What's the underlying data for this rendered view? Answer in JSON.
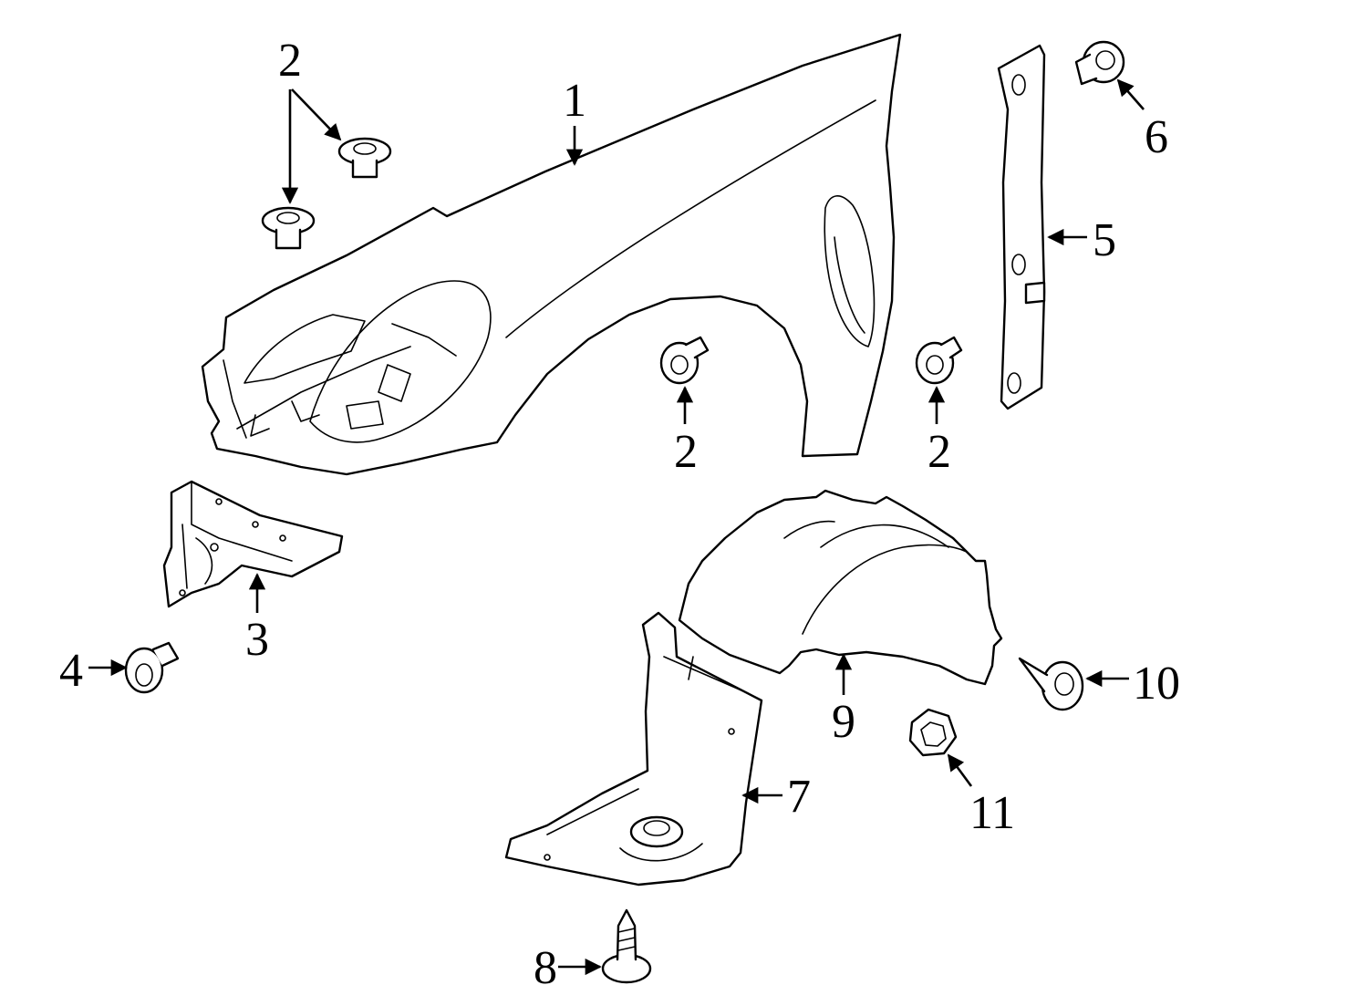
{
  "diagram": {
    "highlight_color": "#a0dcfa",
    "line_color": "#000000",
    "background_color": "#ffffff",
    "callouts": {
      "c1": "1",
      "c2a": "2",
      "c2b": "2",
      "c2c": "2",
      "c3": "3",
      "c4": "4",
      "c5": "5",
      "c6": "6",
      "c7": "7",
      "c8": "8",
      "c9": "9",
      "c10": "10",
      "c11": "11"
    }
  }
}
